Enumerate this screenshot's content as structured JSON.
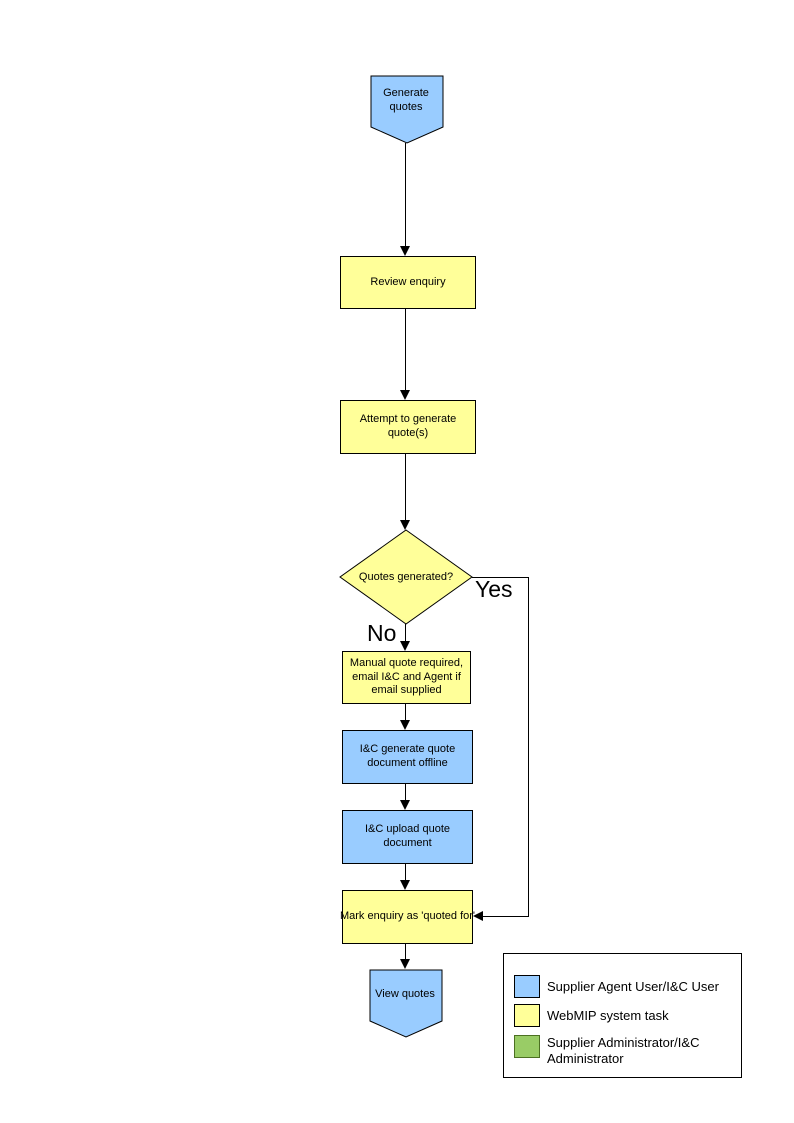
{
  "nodes": {
    "start": "Generate quotes",
    "review": "Review enquiry",
    "attempt": "Attempt to generate quote(s)",
    "decision": "Quotes generated?",
    "manual": "Manual quote required, email I&C and Agent if email supplied",
    "offline": "I&C generate quote document offline",
    "upload": "I&C upload quote document",
    "mark": "Mark enquiry as 'quoted for'",
    "end": "View quotes"
  },
  "branches": {
    "yes": "Yes",
    "no": "No"
  },
  "legend": {
    "items": [
      {
        "label": "Supplier Agent User/I&C User",
        "color": "#99CCFF"
      },
      {
        "label": "WebMIP system task",
        "color": "#FFFF99"
      },
      {
        "label": "Supplier Administrator/I&C Administrator",
        "color": "#99CC66"
      }
    ]
  },
  "colors": {
    "actor_blue": "#99CCFF",
    "system_yellow": "#FFFF99",
    "admin_green": "#99CC66",
    "line": "#000000"
  }
}
